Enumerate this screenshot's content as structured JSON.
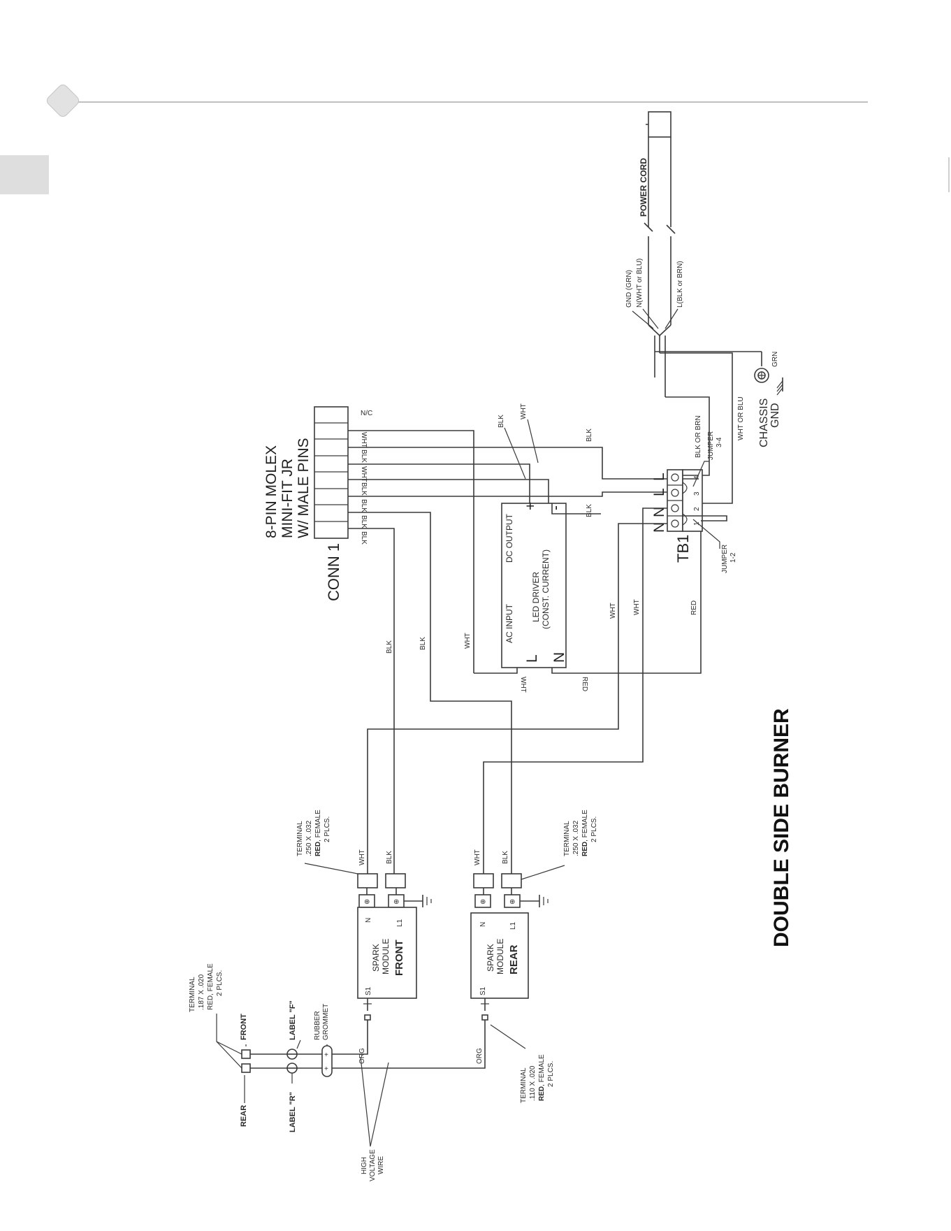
{
  "colors": {
    "ink": "#3a3a3a",
    "tab": "#dedede",
    "rule": "#9a9a9a"
  },
  "title": "DOUBLE SIDE BURNER",
  "connector": {
    "line1": "8-PIN MOLEX",
    "line2": "MINI-FIT JR",
    "line3": "W/ MALE PINS",
    "name": "CONN 1",
    "pins": [
      "N/C",
      "WHT",
      "BLK",
      "WHT",
      "BLK",
      "BLK",
      "BLK",
      "BLK"
    ]
  },
  "power_cord": {
    "label": "POWER CORD",
    "gnd": "GND (GRN)",
    "neutral": "N(WHT or BLU)",
    "line": "L(BLK or BRN)"
  },
  "chassis": {
    "line1": "CHASSIS",
    "line2": "GND",
    "grn": "GRN"
  },
  "terminal_block": {
    "name": "TB1",
    "top_labels": [
      "N",
      "N",
      "L",
      "L"
    ],
    "numbers": [
      "1",
      "2",
      "3",
      "4"
    ],
    "jumper_a_1": "JUMPER",
    "jumper_a_2": "3-4",
    "jumper_b_1": "JUMPER",
    "jumper_b_2": "1-2",
    "blk_or_brn": "BLK OR BRN",
    "wht_or_blu": "WHT OR BLU"
  },
  "led_driver": {
    "line1": "LED DRIVER",
    "line2": "(CONST. CURRENT)",
    "ac_input": "AC INPUT",
    "dc_output": "DC OUTPUT",
    "L": "L",
    "N": "N",
    "plus": "+",
    "minus": "-",
    "blk": "BLK",
    "wht": "WHT"
  },
  "wire_labels": {
    "blk": "BLK",
    "wht": "WHT",
    "red": "RED",
    "org": "ORG"
  },
  "spark_front": {
    "line1": "SPARK",
    "line2": "MODULE",
    "name": "FRONT",
    "n": "N",
    "l1": "L1",
    "s1": "S1"
  },
  "spark_rear": {
    "line1": "SPARK",
    "line2": "MODULE",
    "name": "REAR",
    "n": "N",
    "l1": "L1",
    "s1": "S1"
  },
  "terminal_250_front": {
    "l1": "TERMINAL",
    "l2": ".250 X .032",
    "l3a": "RED",
    "l3b": ", FEMALE",
    "l4": "2 PLCS."
  },
  "terminal_250_rear": {
    "l1": "TERMINAL",
    "l2": ".250 X .032",
    "l3a": "RED",
    "l3b": ", FEMALE",
    "l4": "2 PLCS."
  },
  "terminal_187": {
    "l1": "TERMINAL",
    "l2": ".187 X .020",
    "l3": "RED, FEMALE",
    "l4": "2 PLCS."
  },
  "terminal_110": {
    "l1": "TERMINAL",
    "l2": ".110 X .020",
    "l3a": "RED",
    "l3b": ", FEMALE",
    "l4": "2 PLCS."
  },
  "electrodes": {
    "front": "FRONT",
    "rear": "REAR",
    "label_f": "LABEL \"F\"",
    "label_r": "LABEL \"R\"",
    "grommet1": "RUBBER",
    "grommet2": "GROMMET",
    "hv1": "HIGH",
    "hv2": "VOLTAGE",
    "hv3": "WIRE"
  }
}
